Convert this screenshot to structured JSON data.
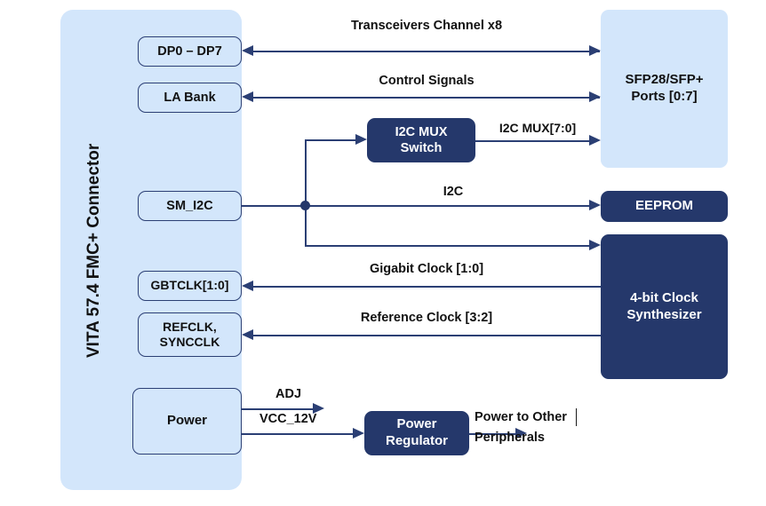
{
  "diagram": {
    "title": "VITA 57.4 FMC+ Connector block diagram",
    "colors": {
      "panel_fill": "#d3e6fb",
      "node_light_fill": "#d3e6fb",
      "node_dark_fill": "#25386b",
      "stroke": "#2b3f74",
      "text_dark": "#111111",
      "text_light": "#ffffff",
      "background": "#ffffff"
    }
  },
  "connector_panel": {
    "label": "VITA 57.4 FMC+ Connector",
    "ports": [
      {
        "id": "dp",
        "label": "DP0 – DP7"
      },
      {
        "id": "la_bank",
        "label": "LA Bank"
      },
      {
        "id": "sm_i2c",
        "label": "SM_I2C"
      },
      {
        "id": "gbtclk",
        "label": "GBTCLK[1:0]"
      },
      {
        "id": "refclk",
        "label": "REFCLK,\nSYNCCLK"
      },
      {
        "id": "power",
        "label": "Power"
      }
    ]
  },
  "blocks": [
    {
      "id": "sfp_ports",
      "label": "SFP28/SFP+\nPorts [0:7]",
      "style": "light"
    },
    {
      "id": "i2c_mux",
      "label": "I2C MUX\nSwitch",
      "style": "dark"
    },
    {
      "id": "eeprom",
      "label": "EEPROM",
      "style": "dark"
    },
    {
      "id": "clock_synth",
      "label": "4-bit Clock\nSynthesizer",
      "style": "dark"
    },
    {
      "id": "power_regulator",
      "label": "Power\nRegulator",
      "style": "dark"
    }
  ],
  "signals": [
    {
      "id": "transceivers",
      "label": "Transceivers Channel x8",
      "direction": "bidirectional",
      "from": "dp",
      "to": "sfp_ports"
    },
    {
      "id": "control",
      "label": "Control Signals",
      "direction": "bidirectional",
      "from": "la_bank",
      "to": "sfp_ports"
    },
    {
      "id": "i2c_mux_bus",
      "label": "I2C MUX[7:0]",
      "direction": "right",
      "from": "i2c_mux",
      "to": "sfp_ports"
    },
    {
      "id": "i2c",
      "label": "I2C",
      "direction": "right",
      "from": "sm_i2c",
      "to": "eeprom"
    },
    {
      "id": "gigabit_clock",
      "label": "Gigabit Clock [1:0]",
      "direction": "left",
      "from": "clock_synth",
      "to": "gbtclk"
    },
    {
      "id": "reference_clock",
      "label": "Reference Clock [3:2]",
      "direction": "left",
      "from": "clock_synth",
      "to": "refclk"
    },
    {
      "id": "adj",
      "label": "ADJ",
      "direction": "right",
      "from": "power",
      "to": ""
    },
    {
      "id": "vcc_12v",
      "label": "VCC_12V",
      "direction": "right",
      "from": "power",
      "to": "power_regulator"
    },
    {
      "id": "power_out",
      "label": "Power to Other\nPeripherals",
      "direction": "right",
      "from": "power_regulator",
      "to": ""
    }
  ],
  "labels": {
    "panel_vertical": "VITA 57.4 FMC+ Connector",
    "dp": "DP0 – DP7",
    "la_bank": "LA Bank",
    "sm_i2c": "SM_I2C",
    "gbtclk": "GBTCLK[1:0]",
    "refclk_line1": "REFCLK,",
    "refclk_line2": "SYNCCLK",
    "power": "Power",
    "sfp_line1": "SFP28/SFP+",
    "sfp_line2": "Ports [0:7]",
    "i2c_mux_line1": "I2C MUX",
    "i2c_mux_line2": "Switch",
    "eeprom": "EEPROM",
    "clock_line1": "4-bit Clock",
    "clock_line2": "Synthesizer",
    "preg_line1": "Power",
    "preg_line2": "Regulator",
    "transceivers": "Transceivers Channel x8",
    "control_signals": "Control Signals",
    "i2c_mux_bus": "I2C MUX[7:0]",
    "i2c": "I2C",
    "gigabit_clock": "Gigabit Clock [1:0]",
    "reference_clock": "Reference Clock [3:2]",
    "adj": "ADJ",
    "vcc_12v": "VCC_12V",
    "power_out_line1": "Power to Other",
    "power_out_line2": "Peripherals"
  }
}
